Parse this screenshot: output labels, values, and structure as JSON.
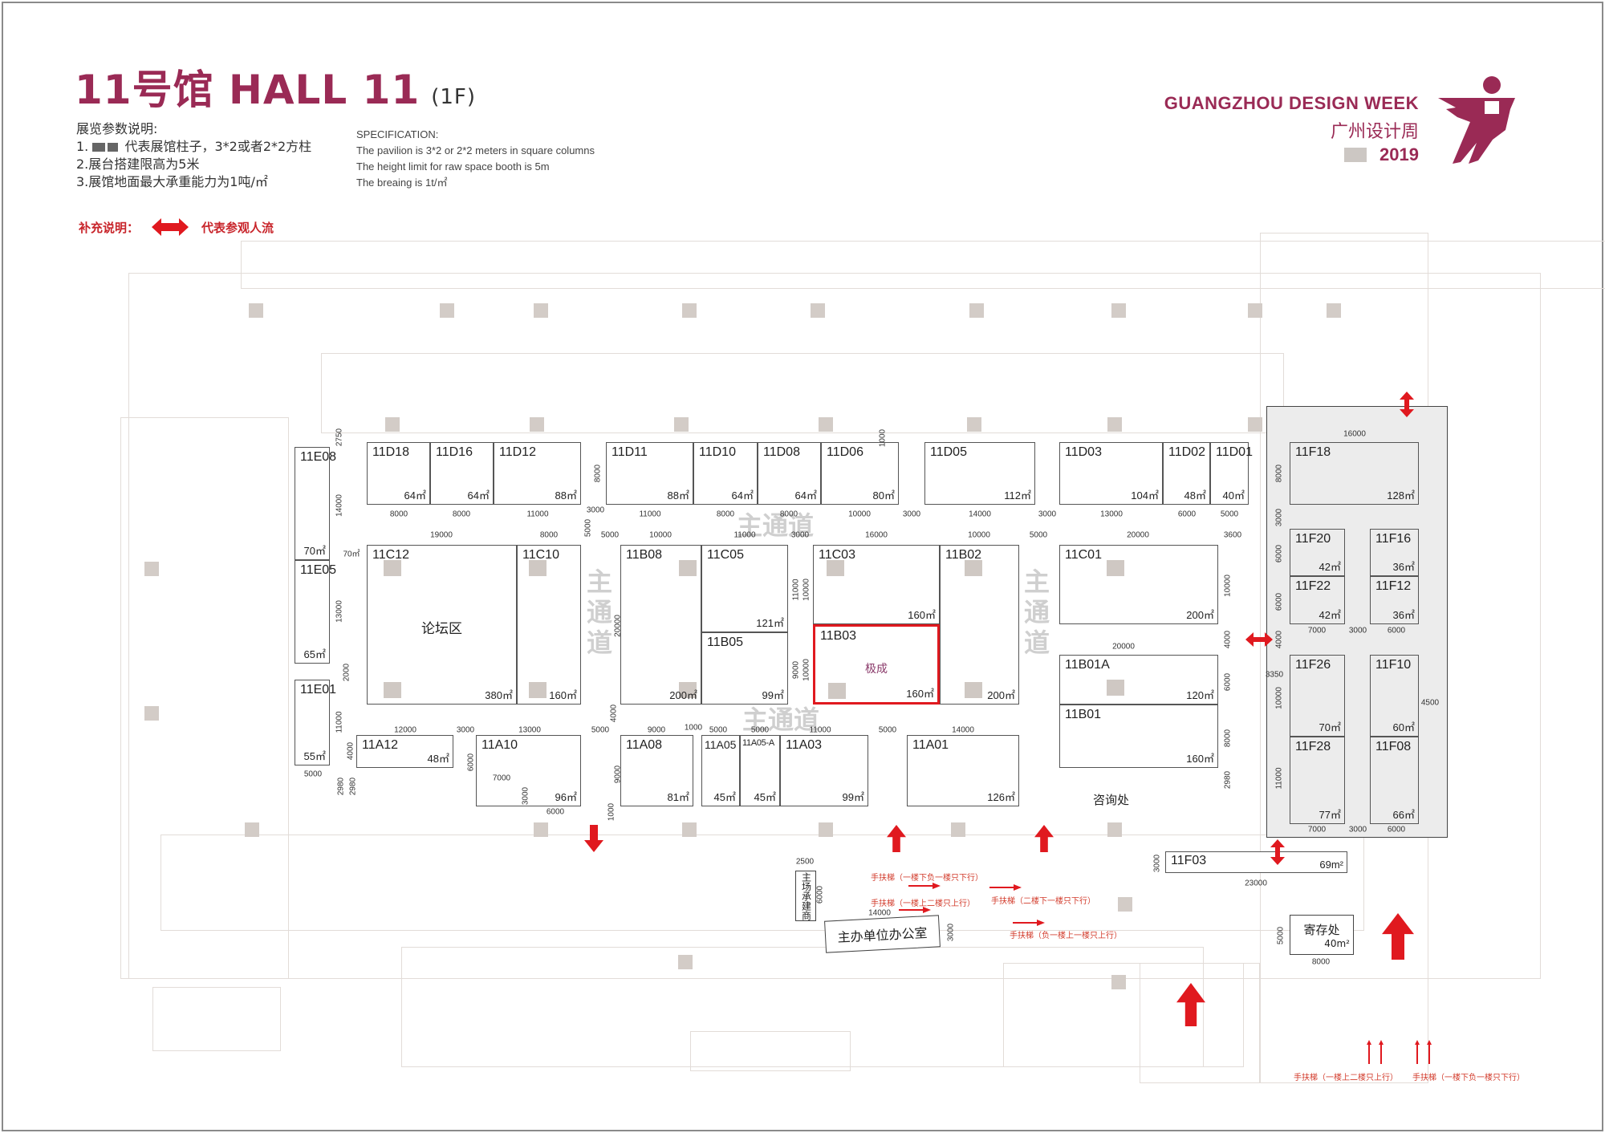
{
  "header": {
    "title": "11号馆 HALL 11",
    "floor": "(1F)",
    "notes_cn_heading": "展览参数说明:",
    "notes_cn": [
      "1.",
      "代表展馆柱子，3*2或者2*2方柱",
      "2.展台搭建限高为5米",
      "3.展馆地面最大承重能力为1吨/㎡"
    ],
    "spec_heading": "SPECIFICATION:",
    "spec": [
      "The pavilion is 3*2 or 2*2 meters in square columns",
      "The height limit for raw space booth is 5m",
      "The breaing is 1t/㎡"
    ],
    "supplement_label": "补充说明：",
    "supplement_text": "代表参观人流"
  },
  "brand": {
    "en": "GUANGZHOU DESIGN WEEK",
    "cn": "广州设计周",
    "year": "2019",
    "color": "#9a2a55"
  },
  "booths": [
    {
      "id": "11D18",
      "area": "64㎡"
    },
    {
      "id": "11D16",
      "area": "64㎡"
    },
    {
      "id": "11D12",
      "area": "88㎡"
    },
    {
      "id": "11D11",
      "area": "88㎡"
    },
    {
      "id": "11D10",
      "area": "64㎡"
    },
    {
      "id": "11D08",
      "area": "64㎡"
    },
    {
      "id": "11D06",
      "area": "80㎡"
    },
    {
      "id": "11D05",
      "area": "112㎡"
    },
    {
      "id": "11D03",
      "area": "104㎡"
    },
    {
      "id": "11D02",
      "area": "48㎡"
    },
    {
      "id": "11D01",
      "area": "40㎡"
    },
    {
      "id": "11E08",
      "area": "70㎡"
    },
    {
      "id": "11E05",
      "area": "65㎡"
    },
    {
      "id": "11E01",
      "area": "55㎡"
    },
    {
      "id": "11C12",
      "area": "380㎡",
      "name": "论坛区"
    },
    {
      "id": "11C10",
      "area": "160㎡"
    },
    {
      "id": "11B08",
      "area": "200㎡"
    },
    {
      "id": "11C05",
      "area": "121㎡"
    },
    {
      "id": "11B05",
      "area": "99㎡"
    },
    {
      "id": "11C03",
      "area": "160㎡"
    },
    {
      "id": "11B03",
      "area": "160㎡",
      "name": "极成",
      "highlight": true
    },
    {
      "id": "11B02",
      "area": "200㎡"
    },
    {
      "id": "11C01",
      "area": "200㎡"
    },
    {
      "id": "11B01A",
      "area": "120㎡"
    },
    {
      "id": "11B01",
      "area": "160㎡"
    },
    {
      "id": "11A12",
      "area": "48㎡"
    },
    {
      "id": "11A10",
      "area": "96㎡"
    },
    {
      "id": "11A08",
      "area": "81㎡"
    },
    {
      "id": "11A05",
      "area": "45㎡"
    },
    {
      "id": "11A05-A",
      "area": "45㎡"
    },
    {
      "id": "11A03",
      "area": "99㎡"
    },
    {
      "id": "11A01",
      "area": "126㎡"
    },
    {
      "id": "11F18",
      "area": "128㎡"
    },
    {
      "id": "11F20",
      "area": "42㎡"
    },
    {
      "id": "11F22",
      "area": "42㎡"
    },
    {
      "id": "11F16",
      "area": "36㎡"
    },
    {
      "id": "11F12",
      "area": "36㎡"
    },
    {
      "id": "11F26",
      "area": "70㎡"
    },
    {
      "id": "11F28",
      "area": "77㎡"
    },
    {
      "id": "11F10",
      "area": "60㎡"
    },
    {
      "id": "11F08",
      "area": "66㎡"
    },
    {
      "id": "11F03",
      "area": "69m²"
    }
  ],
  "aisle_label": "主通道",
  "rooms": {
    "info_desk": "咨询处",
    "storage": "寄存处",
    "storage_area": "40m²",
    "organizer_office": "主办单位办公室",
    "contractor": "主场承建商"
  },
  "escalators": [
    "手扶梯（一楼下负一楼只下行）",
    "手扶梯（二楼下一楼只下行）",
    "手扶梯（一楼上二楼只上行）",
    "手扶梯（负一楼上一楼只上行）",
    "手扶梯（一楼上二楼只上行）",
    "手扶梯（一楼下负一楼只下行）"
  ],
  "dimensions": [
    "8000",
    "8000",
    "11000",
    "3000",
    "11000",
    "8000",
    "8000",
    "10000",
    "3000",
    "14000",
    "3000",
    "13000",
    "6000",
    "5000",
    "19000",
    "8000",
    "5000",
    "10000",
    "11000",
    "3000",
    "16000",
    "10000",
    "5000",
    "20000",
    "3600",
    "12000",
    "3000",
    "13000",
    "5000",
    "9000",
    "1000",
    "5000",
    "5000",
    "11000",
    "5000",
    "14000",
    "14000",
    "13000",
    "2000",
    "11000",
    "4000",
    "2750",
    "8000",
    "5000",
    "20000",
    "9000",
    "1000",
    "11000",
    "9000",
    "10000",
    "10000",
    "10000",
    "4000",
    "6000",
    "8000",
    "2980",
    "6000",
    "3000",
    "7000",
    "6000",
    "5000",
    "2980",
    "2980",
    "20000",
    "3350",
    "4500",
    "16000",
    "8000",
    "3000",
    "6000",
    "6000",
    "4000",
    "10000",
    "11000",
    "7000",
    "3000",
    "6000",
    "7000",
    "3000",
    "6000",
    "23000",
    "3000",
    "5000",
    "8000",
    "2500",
    "6000",
    "14000",
    "3000",
    "1000",
    "4000",
    "70㎡"
  ],
  "colors": {
    "accent": "#9a2a55",
    "arrow": "#e0191f",
    "column": "#cfc8c3",
    "special_zone": "#ececec"
  }
}
